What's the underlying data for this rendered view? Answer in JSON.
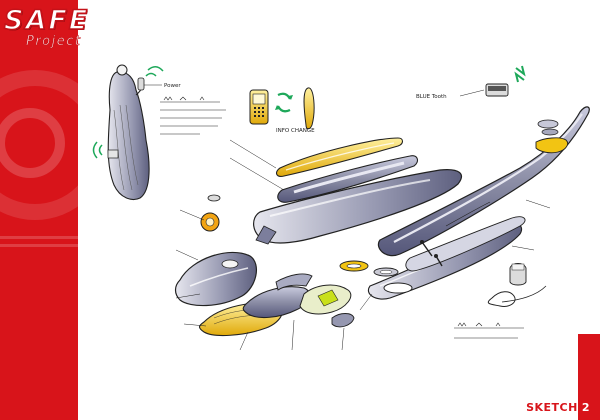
{
  "brand": {
    "logo_main": "SAFE",
    "logo_sub": "Project"
  },
  "footer": {
    "label": "SKETCH",
    "page_number": "2"
  },
  "annotations": {
    "power": "Power",
    "info_change": "INFO CHANGE",
    "blue_tooth": "BLUE Tooth"
  },
  "colors": {
    "brand_red": "#d8141a",
    "accent_yellow": "#f2c413",
    "accent_green": "#1ea85a",
    "sketch_grey": "#8c8ea6",
    "sketch_purple": "#6f7196"
  }
}
